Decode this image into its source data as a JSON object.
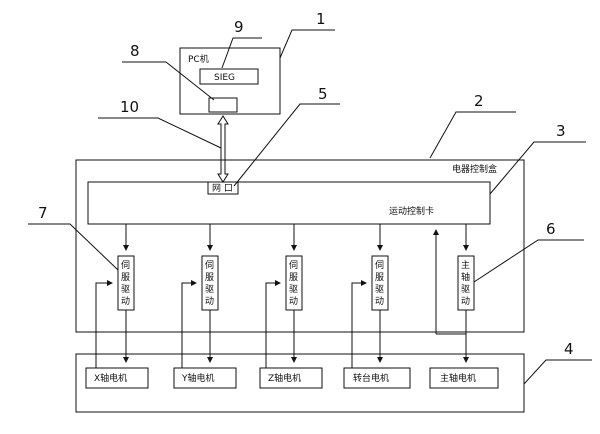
{
  "pc": {
    "title": "PC机",
    "software": "SIEG"
  },
  "control_box": {
    "label": "电器控制盒"
  },
  "motion_card": {
    "label": "运动控制卡",
    "port": "网 口"
  },
  "drives": [
    {
      "label": [
        "伺",
        "服",
        "驱",
        "动"
      ]
    },
    {
      "label": [
        "伺",
        "服",
        "驱",
        "动"
      ]
    },
    {
      "label": [
        "伺",
        "服",
        "驱",
        "动"
      ]
    },
    {
      "label": [
        "伺",
        "服",
        "驱",
        "动"
      ]
    },
    {
      "label": [
        "主",
        "轴",
        "驱",
        "动"
      ]
    }
  ],
  "motors": [
    "X轴电机",
    "Y轴电机",
    "Z轴电机",
    "转台电机",
    "主轴电机"
  ],
  "callouts": [
    "1",
    "2",
    "3",
    "4",
    "5",
    "6",
    "7",
    "8",
    "9",
    "10"
  ]
}
